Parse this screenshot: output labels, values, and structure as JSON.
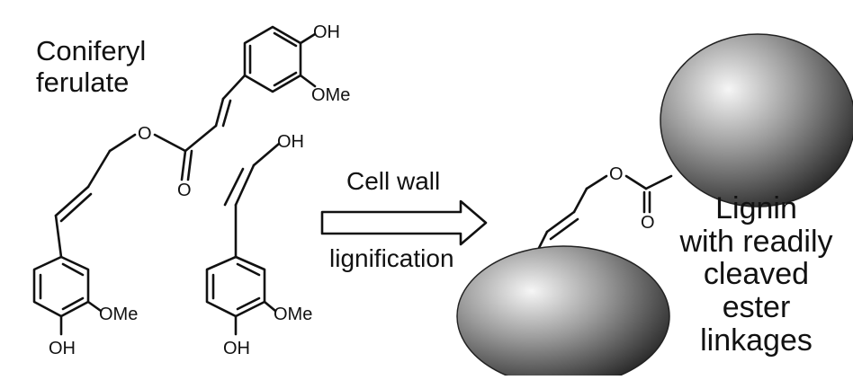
{
  "reactant": {
    "name_line1": "Coniferyl",
    "name_line2": "ferulate"
  },
  "atoms": {
    "oh_top": "OH",
    "ome_upper": "OMe",
    "ester_o": "O",
    "carbonyl_o": "O",
    "oh_alcohol": "OH",
    "ome_left": "OMe",
    "oh_left": "OH",
    "ome_mid": "OMe",
    "oh_mid": "OH",
    "product_ester_o": "O",
    "product_carbonyl_o": "O"
  },
  "arrow": {
    "top_label": "Cell wall",
    "bottom_label": "lignification"
  },
  "product": {
    "line1": "Lignin",
    "line2": "with readily",
    "line3": "cleaved",
    "line4": "ester",
    "line5": "linkages"
  },
  "colors": {
    "ink": "#111111",
    "sphere_light": "#f4f4f4",
    "sphere_dark": "#2b2b2b"
  }
}
